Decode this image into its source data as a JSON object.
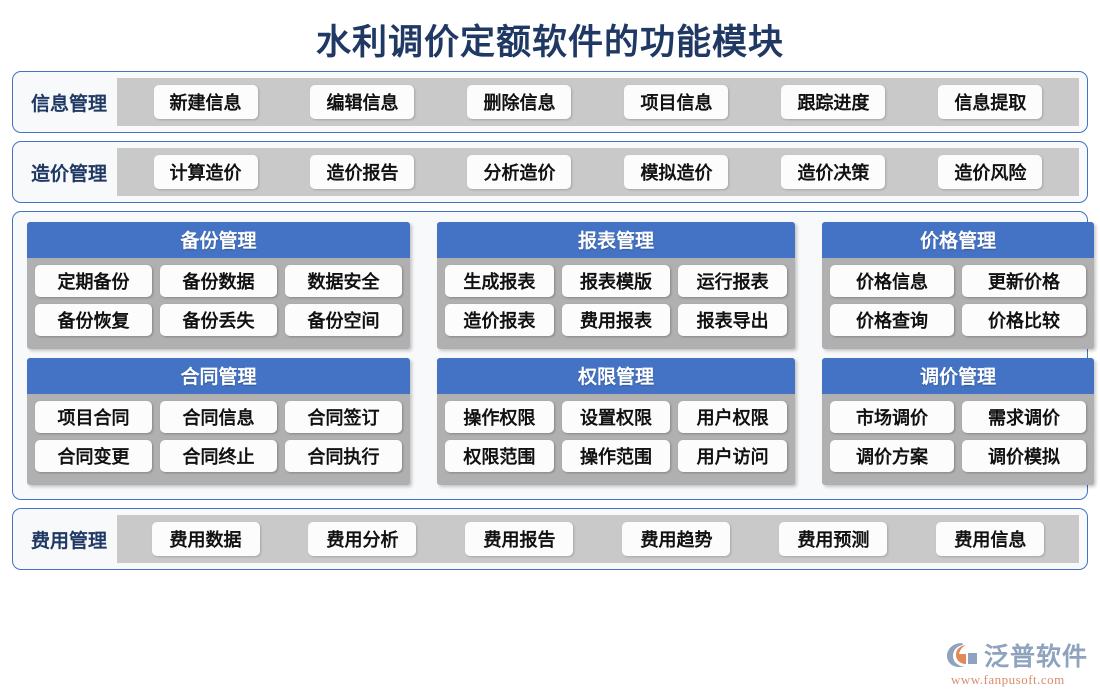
{
  "title": "水利调价定额软件的功能模块",
  "colors": {
    "title_text": "#1F3864",
    "panel_border": "#4472C4",
    "card_header": "#4472C4",
    "card_body": "#B0B0B0",
    "gray_strip": "#C9C9C9",
    "pill_bg": "#FCFCFC",
    "logo_word": "#8FA3BF",
    "logo_url": "#D98C6A",
    "page_bg": "#FFFFFF"
  },
  "top_rows": [
    {
      "label": "信息管理",
      "items": [
        "新建信息",
        "编辑信息",
        "删除信息",
        "项目信息",
        "跟踪进度",
        "信息提取"
      ]
    },
    {
      "label": "造价管理",
      "items": [
        "计算造价",
        "造价报告",
        "分析造价",
        "模拟造价",
        "造价决策",
        "造价风险"
      ]
    }
  ],
  "cards": [
    {
      "header": "备份管理",
      "rows": [
        [
          "定期备份",
          "备份数据",
          "数据安全"
        ],
        [
          "备份恢复",
          "备份丢失",
          "备份空间"
        ]
      ]
    },
    {
      "header": "报表管理",
      "rows": [
        [
          "生成报表",
          "报表模版",
          "运行报表"
        ],
        [
          "造价报表",
          "费用报表",
          "报表导出"
        ]
      ]
    },
    {
      "header": "价格管理",
      "rows": [
        [
          "价格信息",
          "更新价格"
        ],
        [
          "价格查询",
          "价格比较"
        ]
      ]
    },
    {
      "header": "合同管理",
      "rows": [
        [
          "项目合同",
          "合同信息",
          "合同签订"
        ],
        [
          "合同变更",
          "合同终止",
          "合同执行"
        ]
      ]
    },
    {
      "header": "权限管理",
      "rows": [
        [
          "操作权限",
          "设置权限",
          "用户权限"
        ],
        [
          "权限范围",
          "操作范围",
          "用户访问"
        ]
      ]
    },
    {
      "header": "调价管理",
      "rows": [
        [
          "市场调价",
          "需求调价"
        ],
        [
          "调价方案",
          "调价模拟"
        ]
      ]
    }
  ],
  "bottom_row": {
    "label": "费用管理",
    "items": [
      "费用数据",
      "费用分析",
      "费用报告",
      "费用趋势",
      "费用预测",
      "费用信息"
    ]
  },
  "logo": {
    "name": "泛普软件",
    "url": "www.fanpusoft.com"
  }
}
